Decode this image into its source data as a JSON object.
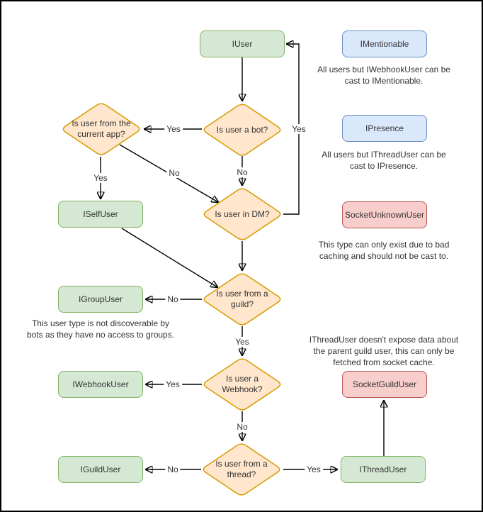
{
  "diagram": {
    "nodes": {
      "iuser": {
        "label": "IUser",
        "type": "interface"
      },
      "imentionable": {
        "label": "IMentionable",
        "type": "interface"
      },
      "ipresence": {
        "label": "IPresence",
        "type": "interface"
      },
      "socket_unknown_user": {
        "label": "SocketUnknownUser",
        "type": "socket-type"
      },
      "iself_user": {
        "label": "ISelfUser",
        "type": "interface"
      },
      "igroup_user": {
        "label": "IGroupUser",
        "type": "interface"
      },
      "iwebhook_user": {
        "label": "IWebhookUser",
        "type": "interface"
      },
      "iguild_user": {
        "label": "IGuildUser",
        "type": "interface"
      },
      "ithread_user": {
        "label": "IThreadUser",
        "type": "interface"
      },
      "socket_guild_user": {
        "label": "SocketGuildUser",
        "type": "socket-type"
      },
      "q_is_bot": {
        "label": "Is user a bot?",
        "type": "decision"
      },
      "q_current_app": {
        "label": "Is user from the current app?",
        "type": "decision"
      },
      "q_in_dm": {
        "label": "Is user in DM?",
        "type": "decision"
      },
      "q_from_guild": {
        "label": "Is user from a guild?",
        "type": "decision"
      },
      "q_is_webhook": {
        "label": "Is user a Webhook?",
        "type": "decision"
      },
      "q_from_thread": {
        "label": "Is user from a thread?",
        "type": "decision"
      }
    },
    "edges": [
      {
        "from": "IUser",
        "to": "Is user a bot?",
        "label": ""
      },
      {
        "from": "Is user a bot?",
        "to": "Is user from the current app?",
        "label": "Yes"
      },
      {
        "from": "Is user a bot?",
        "to": "Is user in DM?",
        "label": "No"
      },
      {
        "from": "Is user from the current app?",
        "to": "ISelfUser",
        "label": "Yes"
      },
      {
        "from": "Is user from the current app?",
        "to": "Is user in DM?",
        "label": "No"
      },
      {
        "from": "Is user in DM?",
        "to": "IUser",
        "label": "Yes"
      },
      {
        "from": "Is user in DM?",
        "to": "Is user from a guild?",
        "label": ""
      },
      {
        "from": "ISelfUser",
        "to": "Is user from a guild?",
        "label": ""
      },
      {
        "from": "Is user from a guild?",
        "to": "IGroupUser",
        "label": "No"
      },
      {
        "from": "Is user from a guild?",
        "to": "Is user a Webhook?",
        "label": "Yes"
      },
      {
        "from": "Is user a Webhook?",
        "to": "IWebhookUser",
        "label": "Yes"
      },
      {
        "from": "Is user a Webhook?",
        "to": "Is user from a thread?",
        "label": "No"
      },
      {
        "from": "Is user from a thread?",
        "to": "IGuildUser",
        "label": "No"
      },
      {
        "from": "Is user from a thread?",
        "to": "IThreadUser",
        "label": "Yes"
      },
      {
        "from": "IThreadUser",
        "to": "SocketGuildUser",
        "label": ""
      }
    ],
    "notes": {
      "imentionable": "All users but IWebhookUser can be cast to IMentionable.",
      "ipresence": "All users but IThreadUser can be cast to IPresence.",
      "socket_unknown": "This type can only exist due to bad caching and should not be cast to.",
      "igroup": "This user type is not discoverable by bots as they have no access to groups.",
      "ithread": "IThreadUser doesn't expose data about the parent guild user, this can only be fetched from socket cache."
    },
    "colors": {
      "interface_fill": "#d5e8d4",
      "interface_stroke": "#82b366",
      "decision_fill": "#ffe6cc",
      "decision_stroke": "#d79b00",
      "castable_fill": "#dae8fc",
      "castable_stroke": "#6c8ebf",
      "socket_fill": "#f8cecc",
      "socket_stroke": "#b85450",
      "connector": "#000000"
    }
  }
}
